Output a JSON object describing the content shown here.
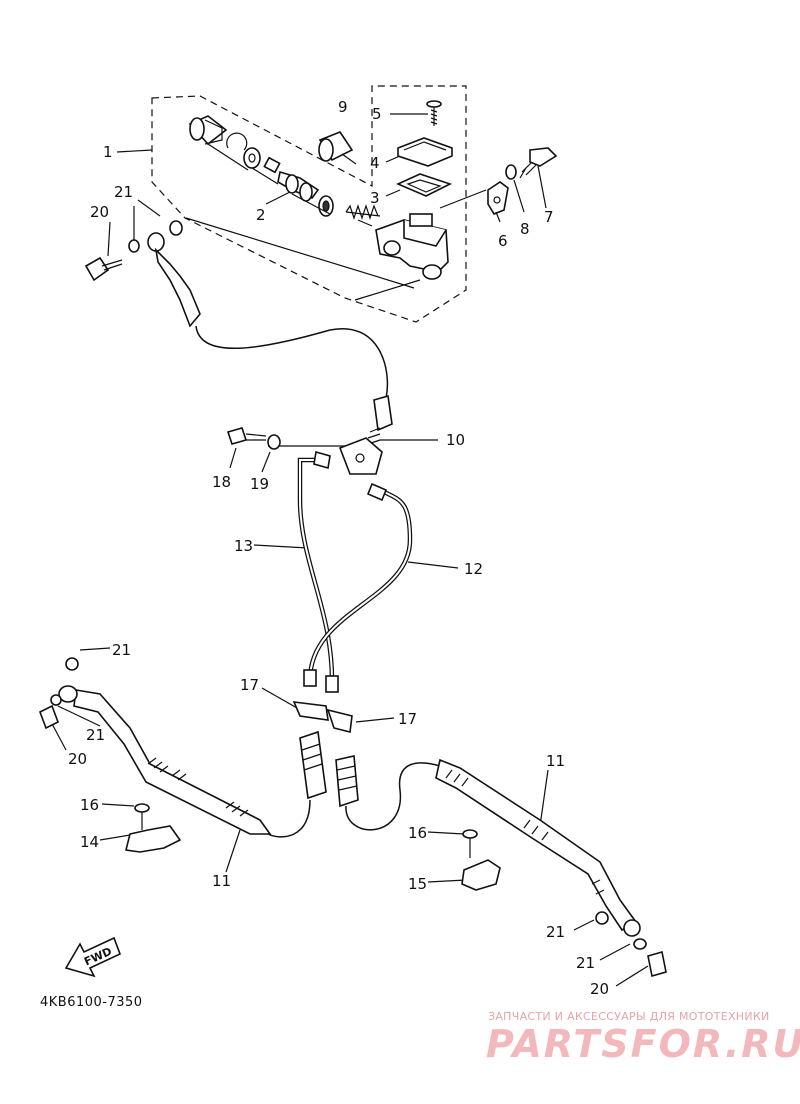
{
  "diagram": {
    "code": "4KB6100-7350",
    "fwd_label": "FWD",
    "callouts": [
      {
        "id": "c1",
        "text": "1"
      },
      {
        "id": "c2",
        "text": "2"
      },
      {
        "id": "c3",
        "text": "3"
      },
      {
        "id": "c4",
        "text": "4"
      },
      {
        "id": "c5",
        "text": "5"
      },
      {
        "id": "c6",
        "text": "6"
      },
      {
        "id": "c7",
        "text": "7"
      },
      {
        "id": "c8",
        "text": "8"
      },
      {
        "id": "c9",
        "text": "9"
      },
      {
        "id": "c10",
        "text": "10"
      },
      {
        "id": "c11a",
        "text": "11"
      },
      {
        "id": "c11b",
        "text": "11"
      },
      {
        "id": "c12",
        "text": "12"
      },
      {
        "id": "c13",
        "text": "13"
      },
      {
        "id": "c14",
        "text": "14"
      },
      {
        "id": "c15",
        "text": "15"
      },
      {
        "id": "c16a",
        "text": "16"
      },
      {
        "id": "c16b",
        "text": "16"
      },
      {
        "id": "c17a",
        "text": "17"
      },
      {
        "id": "c17b",
        "text": "17"
      },
      {
        "id": "c18",
        "text": "18"
      },
      {
        "id": "c19",
        "text": "19"
      },
      {
        "id": "c20a",
        "text": "20"
      },
      {
        "id": "c20b",
        "text": "20"
      },
      {
        "id": "c20c",
        "text": "20"
      },
      {
        "id": "c21a",
        "text": "21"
      },
      {
        "id": "c21b",
        "text": "21"
      },
      {
        "id": "c21c",
        "text": "21"
      },
      {
        "id": "c21d",
        "text": "21"
      },
      {
        "id": "c21e",
        "text": "21"
      }
    ]
  },
  "watermark": {
    "tagline": "ЗАПЧАСТИ И АКСЕССУАРЫ ДЛЯ МОТОТЕХНИКИ",
    "brand": "PARTSFOR.RU"
  }
}
